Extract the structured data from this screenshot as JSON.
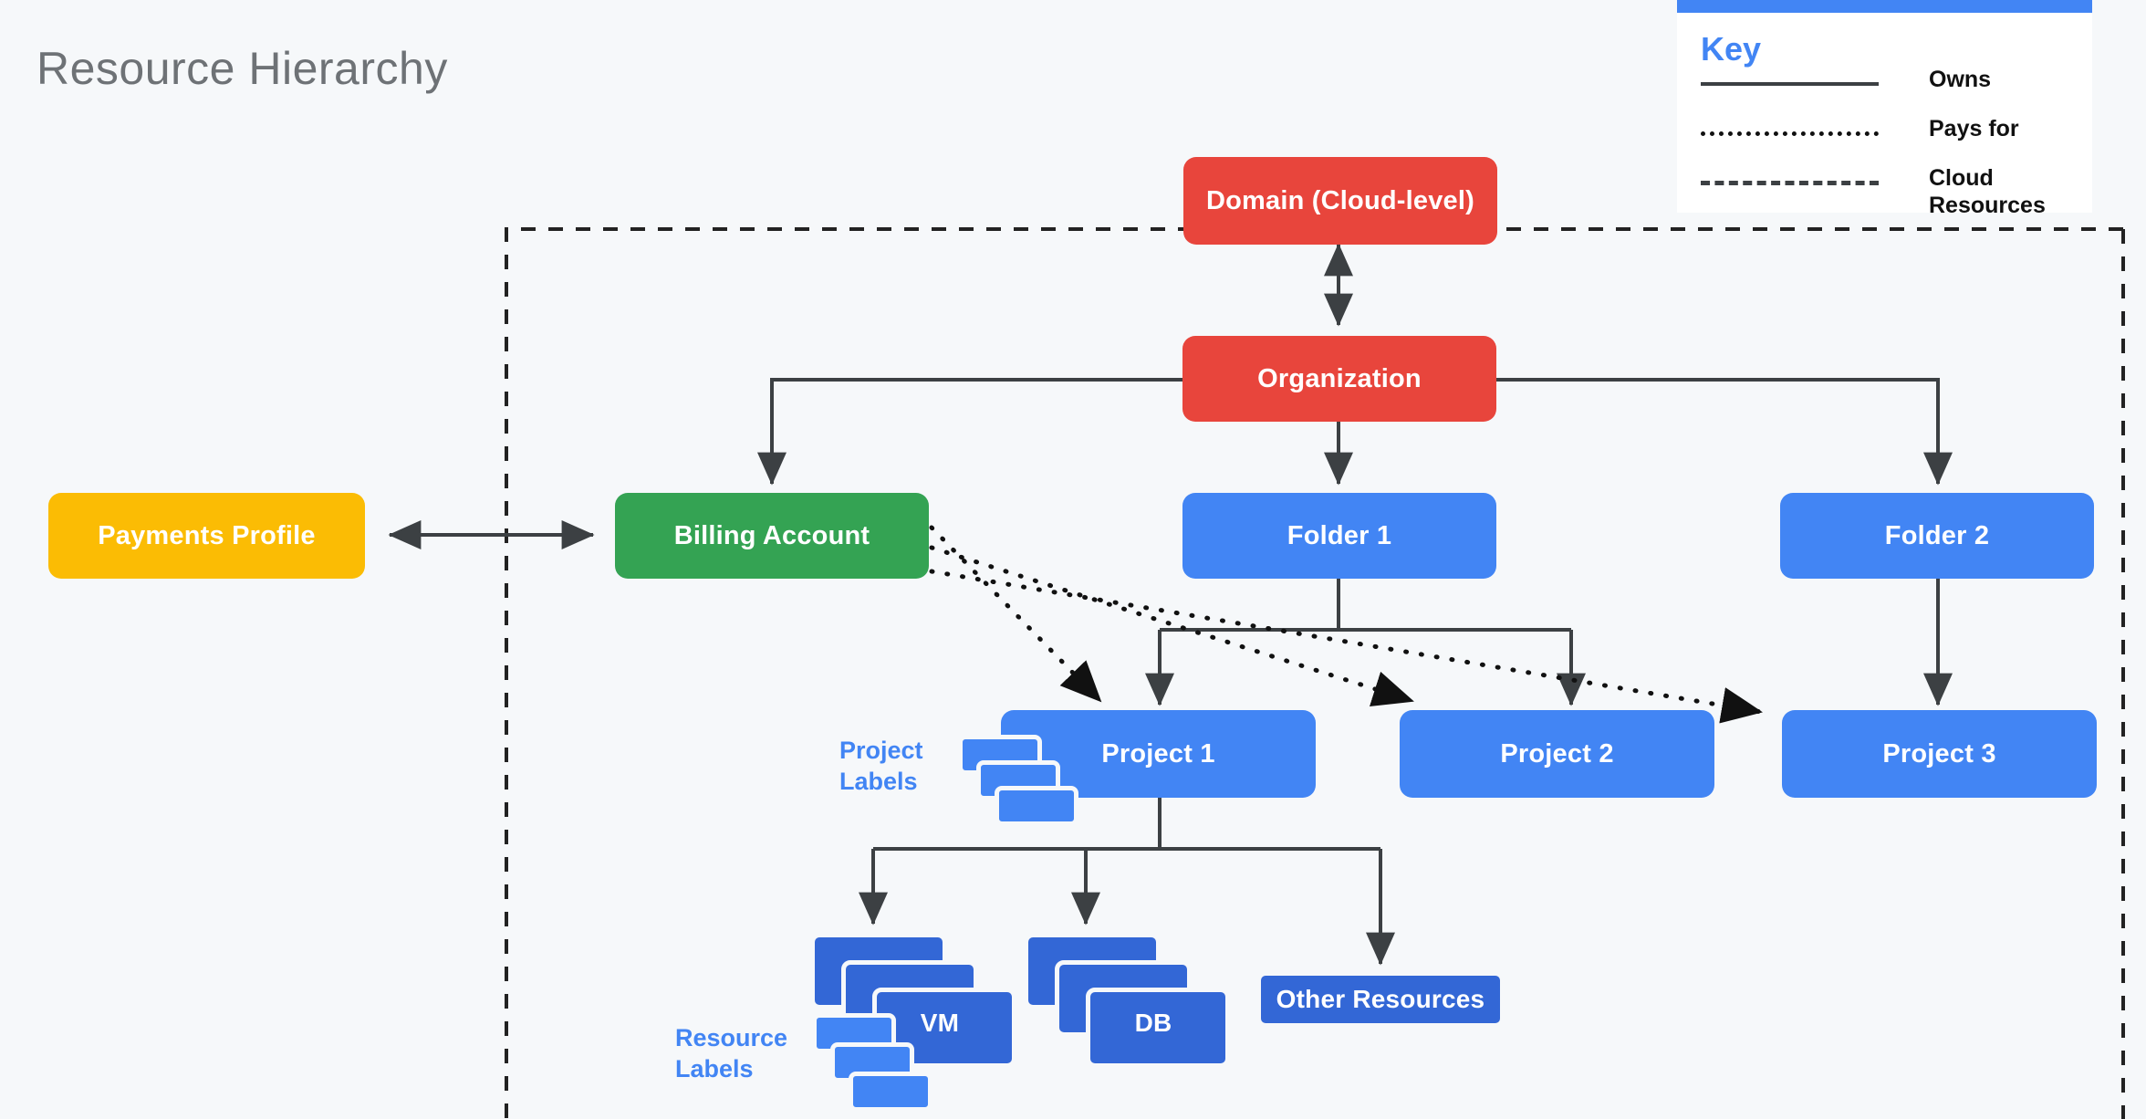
{
  "page": {
    "title": "Resource Hierarchy",
    "background_color": "#f6f8fa",
    "title_color": "#6e7276"
  },
  "key": {
    "heading": "Key",
    "accent_color": "#4285f4",
    "entries": [
      {
        "style": "solid",
        "label": "Owns"
      },
      {
        "style": "dotted",
        "label": "Pays for"
      },
      {
        "style": "dashed",
        "label": "Cloud Resources"
      }
    ]
  },
  "nodes": {
    "domain": {
      "label": "Domain (Cloud-level)",
      "color": "#e8453c"
    },
    "organization": {
      "label": "Organization",
      "color": "#e8453c"
    },
    "payments": {
      "label": "Payments Profile",
      "color": "#fbbc04"
    },
    "billing": {
      "label": "Billing Account",
      "color": "#34a353"
    },
    "folder1": {
      "label": "Folder 1",
      "color": "#4285f4"
    },
    "folder2": {
      "label": "Folder 2",
      "color": "#4285f4"
    },
    "project1": {
      "label": "Project 1",
      "color": "#4285f4"
    },
    "project2": {
      "label": "Project 2",
      "color": "#4285f4"
    },
    "project3": {
      "label": "Project 3",
      "color": "#4285f4"
    },
    "vm": {
      "label": "VM",
      "color": "#3367d6"
    },
    "db": {
      "label": "DB",
      "color": "#3367d6"
    },
    "other": {
      "label": "Other Resources",
      "color": "#3367d6"
    }
  },
  "annotations": {
    "project_labels": "Project\nLabels",
    "project_labels_line1": "Project",
    "project_labels_line2": "Labels",
    "resource_labels_line1": "Resource",
    "resource_labels_line2": "Labels",
    "label_color": "#4285f4"
  },
  "chart_data": {
    "type": "diagram",
    "title": "Resource Hierarchy",
    "diagram_kind": "hierarchy-tree",
    "nodes": [
      {
        "id": "domain",
        "label": "Domain (Cloud-level)",
        "level": 0,
        "color": "#e8453c"
      },
      {
        "id": "organization",
        "label": "Organization",
        "level": 1,
        "color": "#e8453c"
      },
      {
        "id": "payments",
        "label": "Payments Profile",
        "level": 2,
        "color": "#fbbc04"
      },
      {
        "id": "billing",
        "label": "Billing Account",
        "level": 2,
        "color": "#34a353"
      },
      {
        "id": "folder1",
        "label": "Folder 1",
        "level": 2,
        "color": "#4285f4"
      },
      {
        "id": "folder2",
        "label": "Folder 2",
        "level": 2,
        "color": "#4285f4"
      },
      {
        "id": "project1",
        "label": "Project 1",
        "level": 3,
        "color": "#4285f4"
      },
      {
        "id": "project2",
        "label": "Project 2",
        "level": 3,
        "color": "#4285f4"
      },
      {
        "id": "project3",
        "label": "Project 3",
        "level": 3,
        "color": "#4285f4"
      },
      {
        "id": "vm",
        "label": "VM",
        "level": 4,
        "color": "#3367d6"
      },
      {
        "id": "db",
        "label": "DB",
        "level": 4,
        "color": "#3367d6"
      },
      {
        "id": "other",
        "label": "Other Resources",
        "level": 4,
        "color": "#3367d6"
      }
    ],
    "edges": [
      {
        "from": "domain",
        "to": "organization",
        "relation": "Owns",
        "style": "solid",
        "arrows": "both"
      },
      {
        "from": "payments",
        "to": "billing",
        "relation": "Owns",
        "style": "solid",
        "arrows": "both"
      },
      {
        "from": "organization",
        "to": "billing",
        "relation": "Owns",
        "style": "solid",
        "arrows": "end"
      },
      {
        "from": "organization",
        "to": "folder1",
        "relation": "Owns",
        "style": "solid",
        "arrows": "end"
      },
      {
        "from": "organization",
        "to": "folder2",
        "relation": "Owns",
        "style": "solid",
        "arrows": "end"
      },
      {
        "from": "folder1",
        "to": "project1",
        "relation": "Owns",
        "style": "solid",
        "arrows": "end"
      },
      {
        "from": "folder1",
        "to": "project2",
        "relation": "Owns",
        "style": "solid",
        "arrows": "end"
      },
      {
        "from": "folder2",
        "to": "project3",
        "relation": "Owns",
        "style": "solid",
        "arrows": "end"
      },
      {
        "from": "project1",
        "to": "vm",
        "relation": "Owns",
        "style": "solid",
        "arrows": "end"
      },
      {
        "from": "project1",
        "to": "db",
        "relation": "Owns",
        "style": "solid",
        "arrows": "end"
      },
      {
        "from": "project1",
        "to": "other",
        "relation": "Owns",
        "style": "solid",
        "arrows": "end"
      },
      {
        "from": "billing",
        "to": "project1",
        "relation": "Pays for",
        "style": "dotted",
        "arrows": "end"
      },
      {
        "from": "billing",
        "to": "project2",
        "relation": "Pays for",
        "style": "dotted",
        "arrows": "end"
      },
      {
        "from": "billing",
        "to": "project3",
        "relation": "Pays for",
        "style": "dotted",
        "arrows": "end"
      }
    ],
    "boundary": {
      "style": "dashed",
      "legend": "Cloud Resources"
    },
    "legend": {
      "position": "top-right",
      "title": "Key",
      "items": [
        "Owns",
        "Pays for",
        "Cloud Resources"
      ]
    }
  }
}
